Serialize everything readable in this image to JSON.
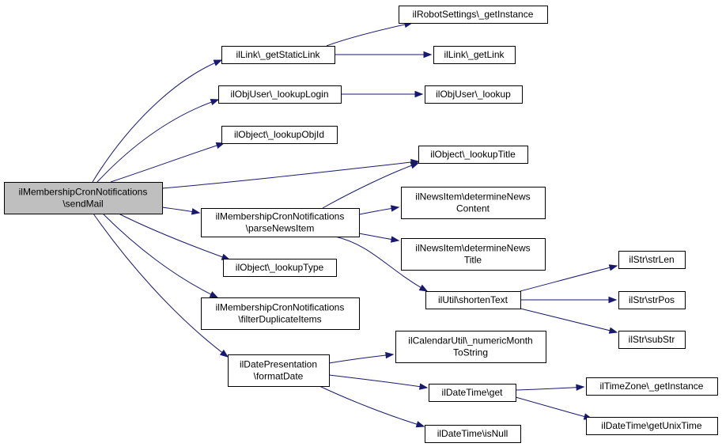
{
  "diagram": {
    "edge_color": "#191970",
    "root_fill": "#bfbfbf",
    "nodes": [
      {
        "id": "root",
        "lines": [
          "ilMembershipCronNotifications",
          "\\sendMail"
        ],
        "root": true
      },
      {
        "id": "getStaticLink",
        "lines": [
          "ilLink\\_getStaticLink"
        ]
      },
      {
        "id": "lookupLogin",
        "lines": [
          "ilObjUser\\_lookupLogin"
        ]
      },
      {
        "id": "lookupObjId",
        "lines": [
          "ilObject\\_lookupObjId"
        ]
      },
      {
        "id": "parseNewsItem",
        "lines": [
          "ilMembershipCronNotifications",
          "\\parseNewsItem"
        ]
      },
      {
        "id": "lookupType",
        "lines": [
          "ilObject\\_lookupType"
        ]
      },
      {
        "id": "filterDup",
        "lines": [
          "ilMembershipCronNotifications",
          "\\filterDuplicateItems"
        ]
      },
      {
        "id": "formatDate",
        "lines": [
          "ilDatePresentation",
          "\\formatDate"
        ]
      },
      {
        "id": "robotSettings",
        "lines": [
          "ilRobotSettings\\_getInstance"
        ]
      },
      {
        "id": "getLink",
        "lines": [
          "ilLink\\_getLink"
        ]
      },
      {
        "id": "lookup",
        "lines": [
          "ilObjUser\\_lookup"
        ]
      },
      {
        "id": "lookupTitle",
        "lines": [
          "ilObject\\_lookupTitle"
        ]
      },
      {
        "id": "detContent",
        "lines": [
          "ilNewsItem\\determineNews",
          "Content"
        ]
      },
      {
        "id": "detTitle",
        "lines": [
          "ilNewsItem\\determineNews",
          "Title"
        ]
      },
      {
        "id": "shortenText",
        "lines": [
          "ilUtil\\shortenText"
        ]
      },
      {
        "id": "numericMonth",
        "lines": [
          "ilCalendarUtil\\_numericMonth",
          "ToString"
        ]
      },
      {
        "id": "dtGet",
        "lines": [
          "ilDateTime\\get"
        ]
      },
      {
        "id": "isNull",
        "lines": [
          "ilDateTime\\isNull"
        ]
      },
      {
        "id": "strLen",
        "lines": [
          "ilStr\\strLen"
        ]
      },
      {
        "id": "strPos",
        "lines": [
          "ilStr\\strPos"
        ]
      },
      {
        "id": "subStr",
        "lines": [
          "ilStr\\subStr"
        ]
      },
      {
        "id": "tzGetInstance",
        "lines": [
          "ilTimeZone\\_getInstance"
        ]
      },
      {
        "id": "getUnixTime",
        "lines": [
          "ilDateTime\\getUnixTime"
        ]
      }
    ],
    "edges": [
      {
        "from": "root",
        "to": "getStaticLink"
      },
      {
        "from": "root",
        "to": "lookupLogin"
      },
      {
        "from": "root",
        "to": "lookupObjId"
      },
      {
        "from": "root",
        "to": "lookupTitle"
      },
      {
        "from": "root",
        "to": "parseNewsItem"
      },
      {
        "from": "root",
        "to": "lookupType"
      },
      {
        "from": "root",
        "to": "filterDup"
      },
      {
        "from": "root",
        "to": "formatDate"
      },
      {
        "from": "getStaticLink",
        "to": "robotSettings"
      },
      {
        "from": "getStaticLink",
        "to": "getLink"
      },
      {
        "from": "lookupLogin",
        "to": "lookup"
      },
      {
        "from": "parseNewsItem",
        "to": "lookupTitle"
      },
      {
        "from": "parseNewsItem",
        "to": "detContent"
      },
      {
        "from": "parseNewsItem",
        "to": "detTitle"
      },
      {
        "from": "parseNewsItem",
        "to": "shortenText"
      },
      {
        "from": "shortenText",
        "to": "strLen"
      },
      {
        "from": "shortenText",
        "to": "strPos"
      },
      {
        "from": "shortenText",
        "to": "subStr"
      },
      {
        "from": "formatDate",
        "to": "numericMonth"
      },
      {
        "from": "formatDate",
        "to": "dtGet"
      },
      {
        "from": "formatDate",
        "to": "isNull"
      },
      {
        "from": "dtGet",
        "to": "tzGetInstance"
      },
      {
        "from": "dtGet",
        "to": "getUnixTime"
      }
    ]
  }
}
